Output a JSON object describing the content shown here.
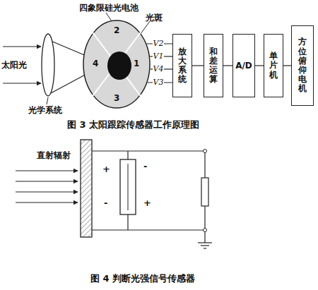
{
  "diagram": {
    "nodes": [
      {
        "text": [
          "2",
          "1",
          "3",
          "4"
        ]
      },
      {
        "text": [
          "放大系统"
        ]
      },
      {
        "text": [
          "和差运算"
        ]
      },
      {
        "text": [
          "A/D"
        ]
      },
      {
        "text": [
          "单片机"
        ]
      },
      {
        "text": [
          "方位俯仰电机"
        ]
      }
    ],
    "edges": [
      {
        "from": 0,
        "to": 1,
        "label": "V2",
        "arrow": "none"
      },
      {
        "from": 0,
        "to": 1,
        "label": "V1",
        "arrow": "none"
      },
      {
        "from": 0,
        "to": 1,
        "label": "V4",
        "arrow": "none"
      },
      {
        "from": 0,
        "to": 1,
        "label": "V3",
        "arrow": "none"
      },
      {
        "from": 1,
        "to": 2,
        "arrow": "none"
      },
      {
        "from": 2,
        "to": 3,
        "arrow": "none"
      },
      {
        "from": 3,
        "to": 4,
        "arrow": "none"
      },
      {
        "from": 4,
        "to": 5,
        "arrow": "none"
      }
    ],
    "labels": [
      "四象限硅光电池",
      "光斑",
      "太阳光",
      "光学系统",
      "图 3 太阳跟踪传感器工作原理图",
      "直射辐射",
      "+",
      "-",
      "-",
      "+",
      "图 4 判断光强信号传感器"
    ]
  }
}
